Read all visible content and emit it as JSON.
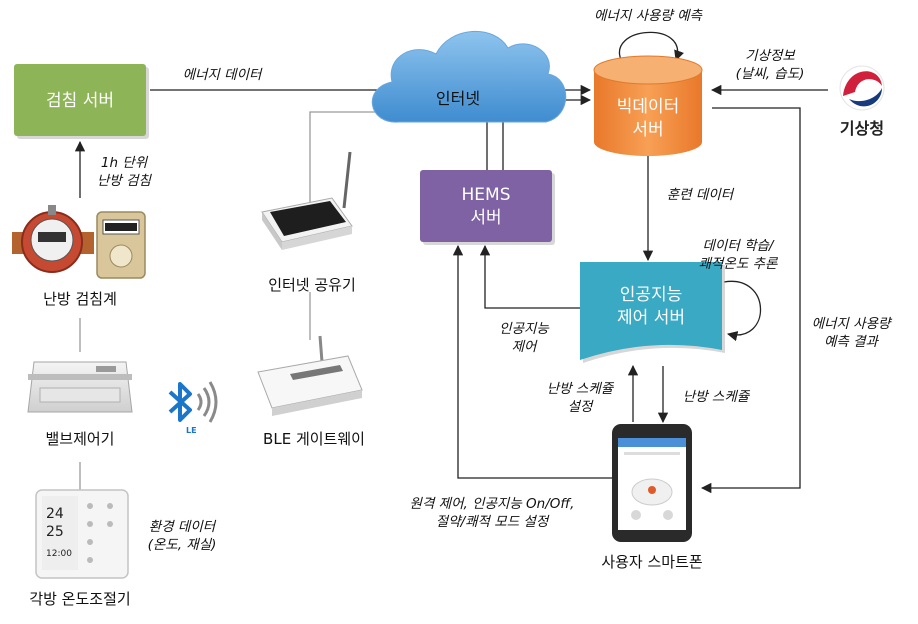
{
  "nodes": {
    "meter_server": "검침 서버",
    "internet": "인터넷",
    "bigdata_server_line1": "빅데이터",
    "bigdata_server_line2": "서버",
    "hems_server_line1": "HEMS",
    "hems_server_line2": "서버",
    "ai_server_line1": "인공지능",
    "ai_server_line2": "제어 서버",
    "heating_meter": "난방 검침계",
    "valve_controller": "밸브제어기",
    "room_thermostat": "각방 온도조절기",
    "internet_router": "인터넷 공유기",
    "ble_gateway": "BLE 게이트웨이",
    "user_smartphone": "사용자 스마트폰",
    "kma": "기상청"
  },
  "edges": {
    "energy_data": "에너지 데이터",
    "energy_usage_prediction": "에너지 사용량 예측",
    "weather_line1": "기상정보",
    "weather_line2": "(날씨, 습도)",
    "hourly_line1": "1h 단위",
    "hourly_line2": "난방 검침",
    "training_data": "훈련 데이터",
    "learning_line1": "데이터 학습/",
    "learning_line2": "쾌적온도 추론",
    "ai_control_line1": "인공지능",
    "ai_control_line2": "제어",
    "usage_result_line1": "에너지 사용량",
    "usage_result_line2": "예측 결과",
    "schedule_setting_line1": "난방 스케쥴",
    "schedule_setting_line2": "설정",
    "heating_schedule": "난방 스케쥴",
    "remote_line1": "원격 제어, 인공지능 On/Off,",
    "remote_line2": "절약/쾌적 모드 설정",
    "env_line1": "환경 데이터",
    "env_line2": "(온도, 재실)"
  },
  "thermostat_display": {
    "temp1": "24",
    "temp2": "25",
    "clock": "12:00"
  },
  "icons": {
    "bluetooth": "bluetooth-le-icon",
    "kma_logo": "kma-taegeuk-logo"
  },
  "colors": {
    "meter_server": "#8db456",
    "bigdata_server": "#f28c3a",
    "hems_server": "#7e62a3",
    "ai_server": "#3aa9c4",
    "cloud": "#5a9ed8",
    "bluetooth": "#1b76c9",
    "kma_red": "#d1203b",
    "kma_blue": "#17397e"
  }
}
